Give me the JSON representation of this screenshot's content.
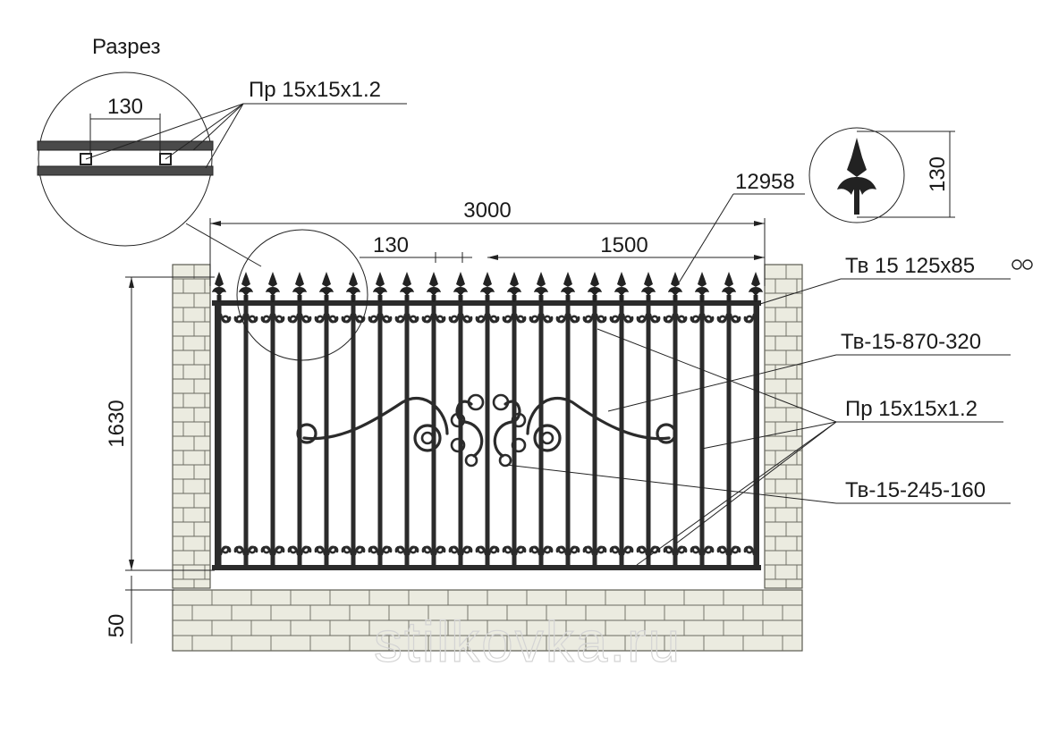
{
  "section": {
    "title": "Разрез",
    "dim_label": "130",
    "profile_label": "Пр 15х15х1.2"
  },
  "finial": {
    "dim_label": "130"
  },
  "dims": {
    "width": "3000",
    "spacing": "130",
    "half": "1500",
    "height": "1630",
    "gap": "50"
  },
  "callouts": {
    "finial_code": "12958",
    "top_rail": "Тв 15 125х85",
    "scroll_large": "Тв-15-870-320",
    "profile": "Пр 15х15х1.2",
    "scroll_small": "Тв-15-245-160"
  },
  "watermark": "stilkovka.ru",
  "colors": {
    "brick_fill": "#ebebe0",
    "metal": "#2b2b2b",
    "line": "#222222"
  },
  "picket_count": 21
}
